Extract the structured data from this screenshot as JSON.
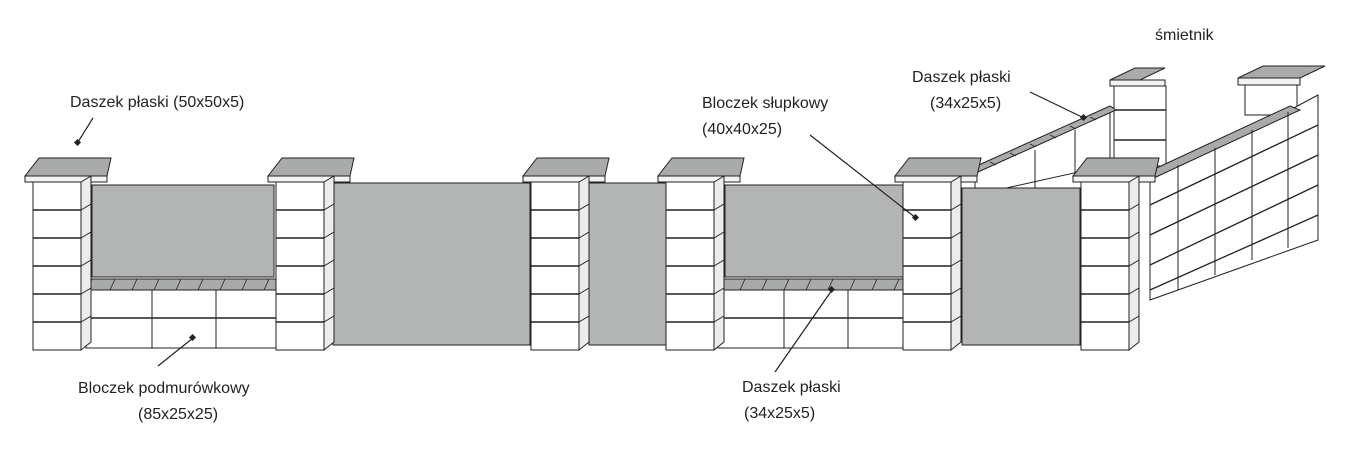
{
  "labels": {
    "cap_large": "Daszek płaski (50x50x5)",
    "base_block_line1": "Bloczek podmurówkowy",
    "base_block_line2": "(85x25x25)",
    "post_block_line1": "Bloczek słupkowy",
    "post_block_line2": "(40x40x25)",
    "cap_small_bottom_line1": "Daszek płaski",
    "cap_small_bottom_line2": "(34x25x5)",
    "cap_small_top_line1": "Daszek płaski",
    "cap_small_top_line2": "(34x25x5)",
    "bin_enclosure": "śmietnik"
  },
  "colors": {
    "panel": "#b3b5b4",
    "cap_top": "#a9abaa",
    "cap_front": "#f3f3f3",
    "block_face": "#ffffff",
    "block_side": "#ececec",
    "outline": "#222222"
  }
}
